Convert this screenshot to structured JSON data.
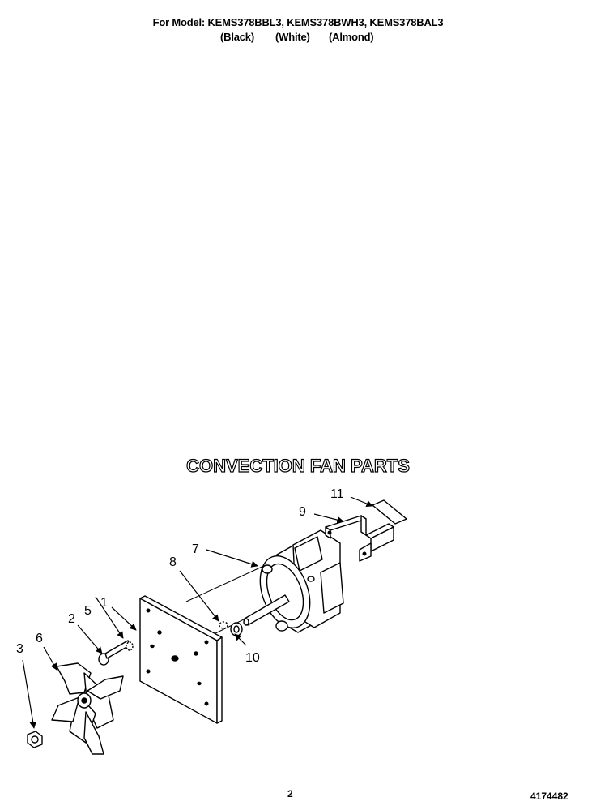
{
  "header": {
    "models": "For Model: KEMS378BBL3, KEMS378BWH3, KEMS378BAL3",
    "colors": [
      "(Black)",
      "(White)",
      "(Almond)"
    ]
  },
  "section_title": "CONVECTION FAN PARTS",
  "callouts": [
    "1",
    "2",
    "3",
    "5",
    "6",
    "7",
    "8",
    "9",
    "10",
    "11"
  ],
  "footer": {
    "page_number": "2",
    "document_number": "4174482"
  }
}
